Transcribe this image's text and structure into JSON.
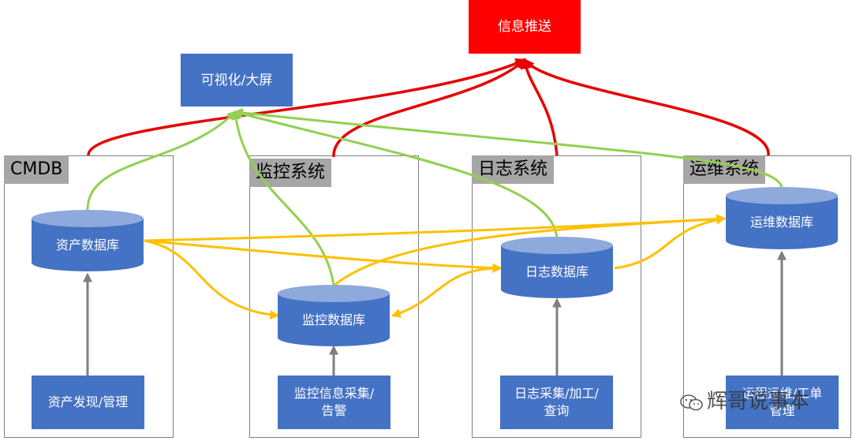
{
  "top": {
    "push_label": "信息推送",
    "visual_label": "可视化/大屏"
  },
  "systems": {
    "cmdb": {
      "title": "CMDB",
      "db": "资产数据库",
      "source": "资产发现/管理"
    },
    "monitor": {
      "title": "监控系统",
      "db": "监控数据库",
      "source": "监控信息采集/告警"
    },
    "log": {
      "title": "日志系统",
      "db": "日志数据库",
      "source": "日志采集/加工/查询"
    },
    "ops": {
      "title": "运维系统",
      "db": "运维数据库",
      "source": "运程运维/工单管理"
    }
  },
  "watermark": {
    "text": "辉哥说事本",
    "icon": "wechat-icon"
  },
  "colors": {
    "box": "#4472c4",
    "push": "#ff0000",
    "red_line": "#e60000",
    "green_line": "#92d050",
    "yellow_line": "#ffc000",
    "gray_arrow": "#7f7f7f"
  }
}
